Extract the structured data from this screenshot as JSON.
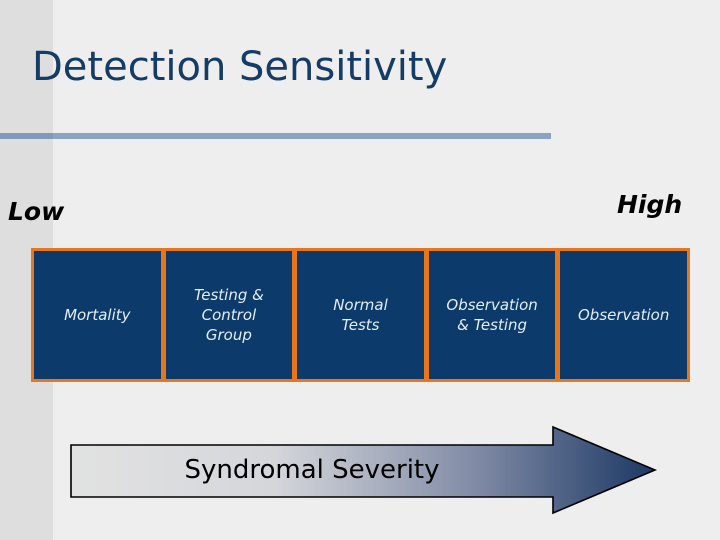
{
  "slide": {
    "title": "Detection Sensitivity",
    "background_color": "#eeeeee",
    "title_color": "#143c64",
    "accent_rule_color": "#8ba4c1",
    "band_color": "#dedede"
  },
  "scale": {
    "low_label": "Low",
    "high_label": "High"
  },
  "boxes": {
    "fill_color": "#0b3a6b",
    "border_color": "#e8761b",
    "text_color": "#e3eef8",
    "items": [
      {
        "label": "Mortality"
      },
      {
        "label": "Testing &\nControl\nGroup"
      },
      {
        "label": "Normal\nTests"
      },
      {
        "label": "Observation\n& Testing"
      },
      {
        "label": "Observation"
      }
    ]
  },
  "arrow": {
    "caption": "Syndromal Severity",
    "gradient_start_color": "#e0e0e0",
    "gradient_end_color": "#1c3864",
    "outline_color": "#000000",
    "direction": "right"
  }
}
